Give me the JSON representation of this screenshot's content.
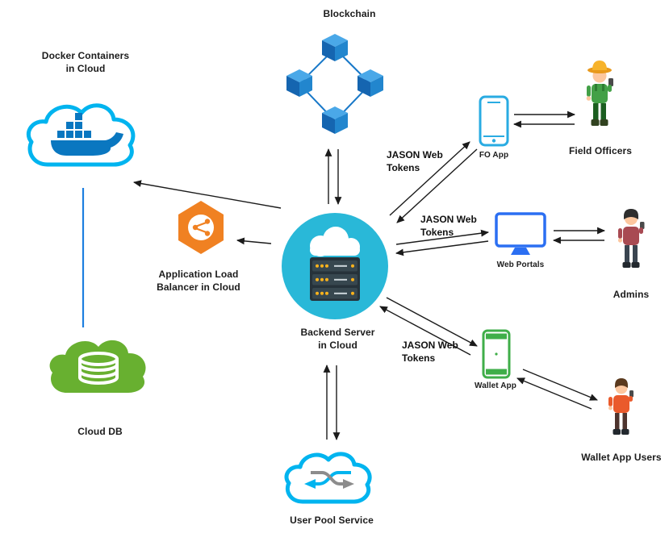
{
  "diagram": {
    "nodes": {
      "blockchain": {
        "label": "Blockchain",
        "icon": "blockchain-cubes-icon"
      },
      "docker_containers": {
        "label": "Docker Containers\nin Cloud",
        "icon": "docker-cloud-icon"
      },
      "app_load_balancer": {
        "label": "Application Load\nBalancer in Cloud",
        "icon": "load-balancer-hexagon-icon"
      },
      "backend_server": {
        "label": "Backend Server\nin Cloud",
        "icon": "cloud-server-circle-icon"
      },
      "cloud_db": {
        "label": "Cloud DB",
        "icon": "database-cloud-icon"
      },
      "user_pool_service": {
        "label": "User Pool Service",
        "icon": "shuffle-cloud-icon"
      },
      "fo_app": {
        "label": "FO App",
        "icon": "smartphone-icon"
      },
      "field_officers": {
        "label": "Field Officers",
        "icon": "farmer-person-icon"
      },
      "web_portals": {
        "label": "Web Portals",
        "icon": "monitor-icon"
      },
      "admins": {
        "label": "Admins",
        "icon": "admin-person-icon"
      },
      "wallet_app": {
        "label": "Wallet App",
        "icon": "smartphone-green-icon"
      },
      "wallet_app_users": {
        "label": "Wallet App Users",
        "icon": "user-person-icon"
      }
    },
    "edge_labels": {
      "tokens_fo": "JASON Web\nTokens",
      "tokens_web": "JASON Web\nTokens",
      "tokens_wallet": "JASON Web\nTokens"
    },
    "edges": [
      {
        "from": "blockchain",
        "to": "backend_server",
        "bidirectional": true
      },
      {
        "from": "backend_server",
        "to": "docker_containers",
        "bidirectional": false
      },
      {
        "from": "backend_server",
        "to": "app_load_balancer",
        "bidirectional": false
      },
      {
        "from": "docker_containers",
        "to": "cloud_db",
        "bidirectional": false,
        "style": "blue-line"
      },
      {
        "from": "backend_server",
        "to": "user_pool_service",
        "bidirectional": true
      },
      {
        "from": "backend_server",
        "to": "fo_app",
        "bidirectional": true,
        "label": "JASON Web Tokens"
      },
      {
        "from": "fo_app",
        "to": "field_officers",
        "bidirectional": true
      },
      {
        "from": "backend_server",
        "to": "web_portals",
        "bidirectional": true,
        "label": "JASON Web Tokens"
      },
      {
        "from": "web_portals",
        "to": "admins",
        "bidirectional": true
      },
      {
        "from": "backend_server",
        "to": "wallet_app",
        "bidirectional": true,
        "label": "JASON Web Tokens"
      },
      {
        "from": "wallet_app",
        "to": "wallet_app_users",
        "bidirectional": true
      }
    ],
    "colors": {
      "cyan_outline": "#00b4ef",
      "backend_circle": "#29b8d8",
      "docker_blue": "#0a77c0",
      "green": "#68b030",
      "orange": "#f08122",
      "cube_top": "#4aa8e8",
      "cube_left": "#1565b0",
      "cube_right": "#2286ce",
      "monitor_blue": "#2b6ff2",
      "phone_blue": "#29abe2",
      "wallet_green": "#3fae49",
      "arrow": "#1b1b1b",
      "db_link_blue": "#1d7fe0"
    }
  }
}
